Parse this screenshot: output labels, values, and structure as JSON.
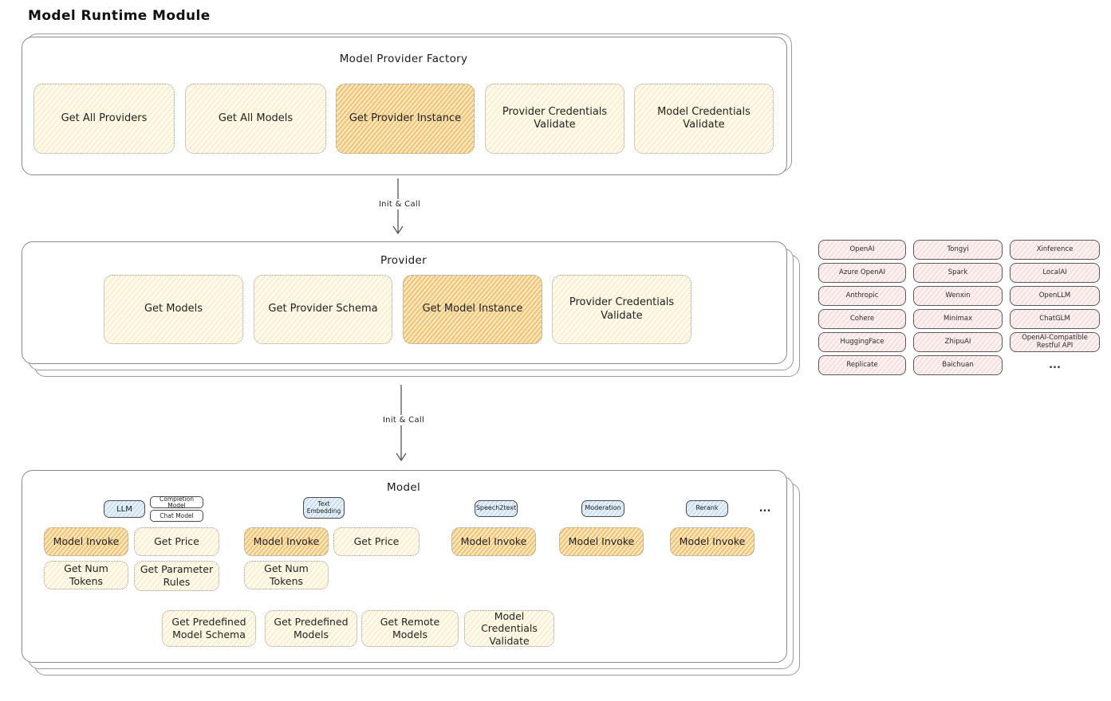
{
  "page_title": "Model Runtime Module",
  "colors": {
    "highlight_fill": "#f6dfae",
    "normal_button_fill": "#fdf8e8",
    "provider_chip_fill": "#fdf2f2",
    "model_tab_fill": "#e7f1fa",
    "box_border": "#8a8a8a"
  },
  "factory": {
    "title": "Model Provider Factory",
    "buttons": [
      {
        "label": "Get All Providers",
        "highlight": false
      },
      {
        "label": "Get All Models",
        "highlight": false
      },
      {
        "label": "Get Provider Instance",
        "highlight": true
      },
      {
        "label": "Provider Credentials Validate",
        "highlight": false
      },
      {
        "label": "Model Credentials Validate",
        "highlight": false
      }
    ]
  },
  "arrows": {
    "arrow1_label": "Init & Call",
    "arrow2_label": "Init & Call"
  },
  "provider": {
    "title": "Provider",
    "buttons": [
      {
        "label": "Get Models",
        "highlight": false
      },
      {
        "label": "Get Provider Schema",
        "highlight": false
      },
      {
        "label": "Get Model Instance",
        "highlight": true
      },
      {
        "label": "Provider Credentials Validate",
        "highlight": false
      }
    ]
  },
  "provider_list": {
    "items": [
      "OpenAI",
      "Tongyi",
      "Xinference",
      "Azure OpenAI",
      "Spark",
      "LocalAI",
      "Anthropic",
      "Wenxin",
      "OpenLLM",
      "Cohere",
      "Minimax",
      "ChatGLM",
      "HuggingFace",
      "ZhipuAI",
      "OpenAI-Compatible Restful API",
      "Replicate",
      "Baichuan"
    ],
    "ellipsis": "..."
  },
  "model": {
    "title": "Model",
    "tabs": {
      "llm": "LLM",
      "completion": "Completion Model",
      "chat": "Chat Model",
      "text_embedding": "Text Embedding",
      "speech2text": "Speech2text",
      "moderation": "Moderation",
      "rerank": "Rerank",
      "ellipsis": "..."
    },
    "llm_buttons": {
      "model_invoke": "Model Invoke",
      "get_price": "Get Price",
      "get_num_tokens": "Get Num Tokens",
      "get_parameter_rules": "Get Parameter Rules"
    },
    "embedding_buttons": {
      "model_invoke": "Model Invoke",
      "get_price": "Get Price",
      "get_num_tokens": "Get Num Tokens"
    },
    "speech2text_invoke": "Model Invoke",
    "moderation_invoke": "Model Invoke",
    "rerank_invoke": "Model Invoke",
    "bottom_buttons": [
      {
        "label": "Get Predefined Model Schema"
      },
      {
        "label": "Get Predefined Models"
      },
      {
        "label": "Get Remote Models"
      },
      {
        "label": "Model Credentials Validate"
      }
    ]
  }
}
